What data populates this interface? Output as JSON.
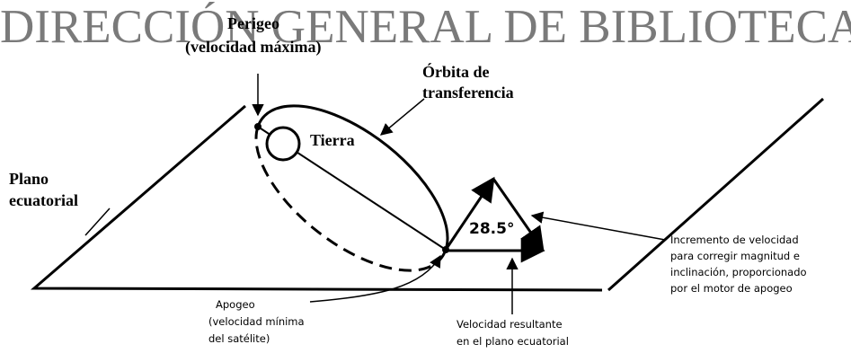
{
  "watermark": "DIRECCIÓN GENERAL DE BIBLIOTECAS",
  "labels": {
    "perigeo_title": "Perigeo",
    "perigeo_sub": "(velocidad máxima)",
    "orbita_line1": "Órbita de",
    "orbita_line2": "transferencia",
    "tierra": "Tierra",
    "plano_line1": "Plano",
    "plano_line2": "ecuatorial",
    "angle": "28.5°",
    "incremento_line1": "Incremento de velocidad",
    "incremento_line2": "para corregir magnitud e",
    "incremento_line3": "inclinación, proporcionado",
    "incremento_line4": "por el motor de apogeo",
    "apogeo_line1": "Apogeo",
    "apogeo_line2": "(velocidad mínima",
    "apogeo_line3": "del satélite)",
    "resultante_line1": "Velocidad resultante",
    "resultante_line2": "en el plano ecuatorial"
  },
  "colors": {
    "ink": "#000000",
    "watermark": "#7a7a7a",
    "background": "#ffffff"
  }
}
